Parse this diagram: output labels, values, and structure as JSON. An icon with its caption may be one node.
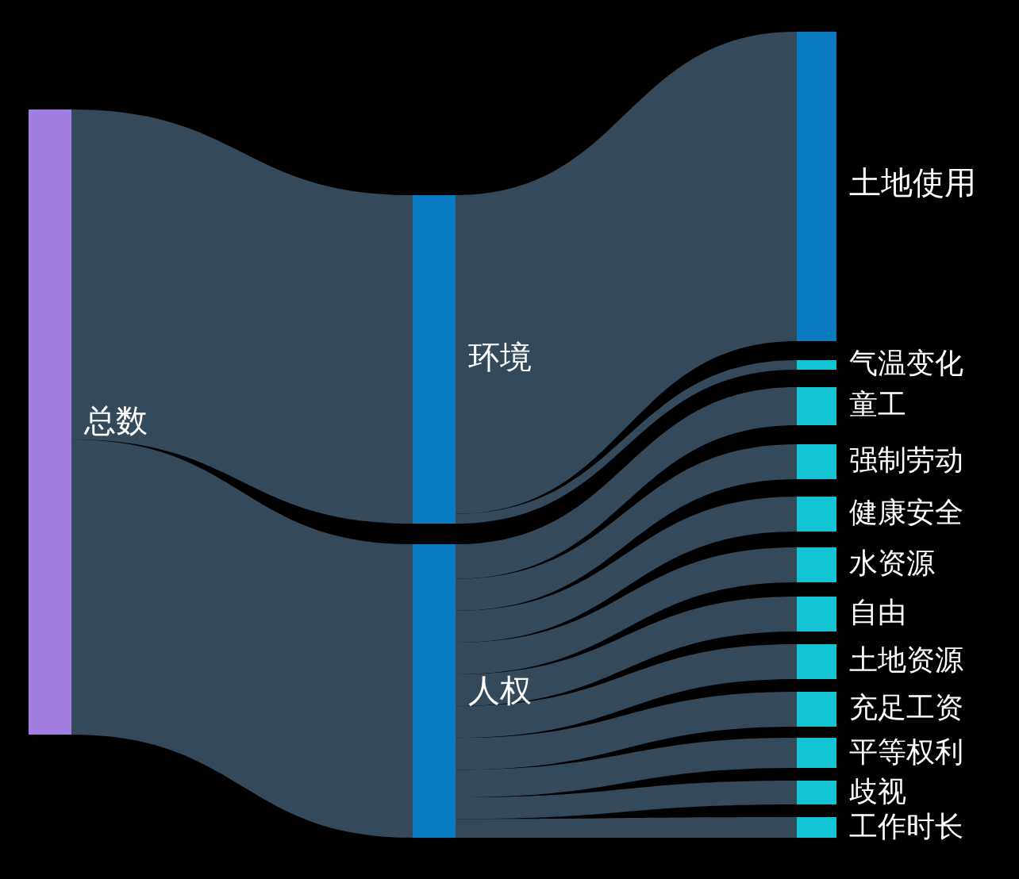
{
  "diagram": {
    "nodes": [
      {
        "text": [
          "总数"
        ]
      },
      {
        "text": [
          "环境"
        ]
      },
      {
        "text": [
          "人权"
        ]
      },
      {
        "text": [
          "土地使用"
        ]
      },
      {
        "text": [
          "气温变化"
        ]
      },
      {
        "text": [
          "童工"
        ]
      },
      {
        "text": [
          "强制劳动"
        ]
      },
      {
        "text": [
          "健康安全"
        ]
      },
      {
        "text": [
          "水资源"
        ]
      },
      {
        "text": [
          "自由"
        ]
      },
      {
        "text": [
          "土地资源"
        ]
      },
      {
        "text": [
          "充足工资"
        ]
      },
      {
        "text": [
          "平等权利"
        ]
      },
      {
        "text": [
          "歧视"
        ]
      },
      {
        "text": [
          "工作时长"
        ]
      }
    ],
    "edges": [
      {
        "from": 0,
        "to": 1,
        "arrow": "none"
      },
      {
        "from": 0,
        "to": 2,
        "arrow": "none"
      },
      {
        "from": 1,
        "to": 3,
        "arrow": "none"
      },
      {
        "from": 1,
        "to": 4,
        "arrow": "none"
      },
      {
        "from": 2,
        "to": 5,
        "arrow": "none"
      },
      {
        "from": 2,
        "to": 6,
        "arrow": "none"
      },
      {
        "from": 2,
        "to": 7,
        "arrow": "none"
      },
      {
        "from": 2,
        "to": 8,
        "arrow": "none"
      },
      {
        "from": 2,
        "to": 9,
        "arrow": "none"
      },
      {
        "from": 2,
        "to": 10,
        "arrow": "none"
      },
      {
        "from": 2,
        "to": 11,
        "arrow": "none"
      },
      {
        "from": 2,
        "to": 12,
        "arrow": "none"
      },
      {
        "from": 2,
        "to": 13,
        "arrow": "none"
      },
      {
        "from": 2,
        "to": 14,
        "arrow": "none"
      }
    ]
  }
}
